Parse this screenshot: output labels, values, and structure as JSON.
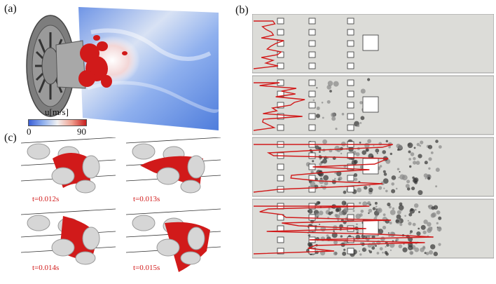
{
  "panels": {
    "a": "(a)",
    "b": "(b)",
    "c": "(c)"
  },
  "colorbar": {
    "title": "u[m/s]",
    "min": "0",
    "max": "90"
  },
  "time_labels": [
    "t=0.012s",
    "t=0.013s",
    "t=0.014s",
    "t=0.015s"
  ],
  "colors": {
    "flame_red": "#d11a1a",
    "flow_blue": "#4a78d8",
    "gray": "#c8c8c8"
  }
}
